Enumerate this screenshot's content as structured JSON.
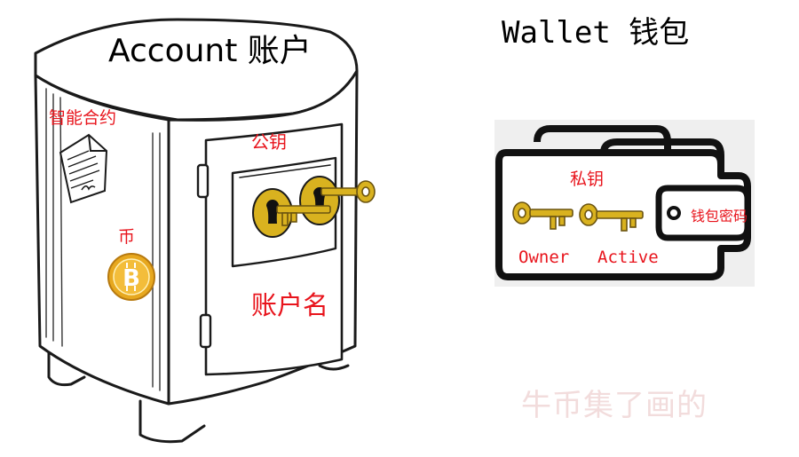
{
  "account": {
    "title": "Account 账户",
    "labels": {
      "smart_contract": "智能合约",
      "public_key": "公钥",
      "coin": "币",
      "account_name": "账户名"
    }
  },
  "wallet": {
    "title": "Wallet 钱包",
    "labels": {
      "private_key": "私钥",
      "owner": "Owner",
      "active": "Active",
      "wallet_password": "钱包密码"
    }
  },
  "watermark": "牛币集了画的",
  "colors": {
    "label_red": "#e8141c",
    "key_gold": "#d9b21f",
    "outline": "#1a1a1a",
    "watermark": "#f2dcdc"
  },
  "icons": [
    "safe-icon",
    "document-icon",
    "bitcoin-coin-icon",
    "keyhole-icon",
    "key-icon",
    "wallet-icon"
  ]
}
